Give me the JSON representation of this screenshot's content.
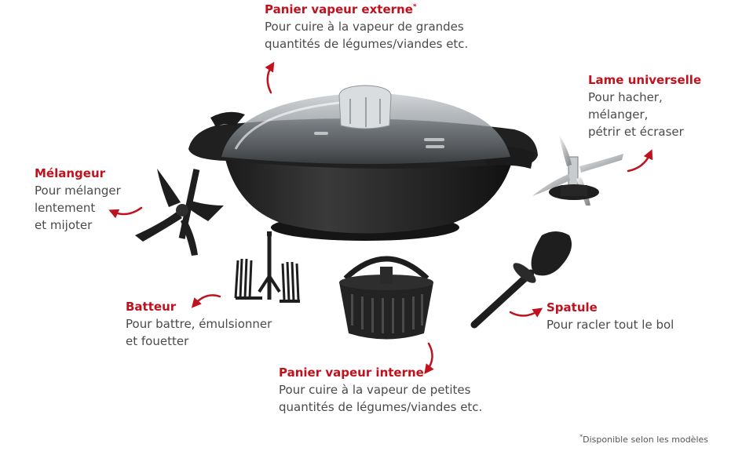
{
  "accent_color": "#c0121e",
  "text_color": "#4a4a4a",
  "labels": {
    "panier_externe": {
      "title": "Panier vapeur externe",
      "mark": "*",
      "desc": [
        "Pour cuire à la vapeur de grandes",
        "quantités de légumes/viandes etc."
      ]
    },
    "lame": {
      "title": "Lame universelle",
      "desc": [
        "Pour hacher,",
        "mélanger,",
        "pétrir et écraser"
      ]
    },
    "melangeur": {
      "title": "Mélangeur",
      "desc": [
        "Pour mélanger",
        "lentement",
        "et mijoter"
      ]
    },
    "batteur": {
      "title": "Batteur",
      "desc": [
        "Pour battre, émulsionner",
        "et fouetter"
      ]
    },
    "spatule": {
      "title": "Spatule",
      "desc": [
        "Pour racler tout le bol"
      ]
    },
    "panier_interne": {
      "title": "Panier vapeur interne",
      "desc": [
        "Pour cuire à la vapeur de petites",
        "quantités de légumes/viandes etc."
      ]
    }
  },
  "footnote": {
    "mark": "*",
    "text": "Disponible selon les modèles"
  }
}
